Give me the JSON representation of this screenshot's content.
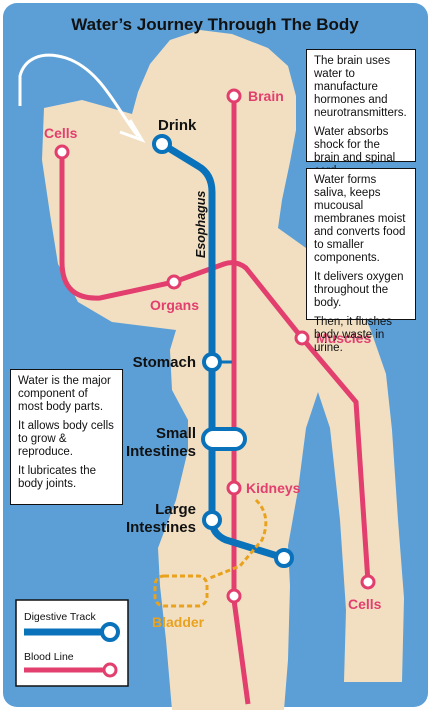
{
  "title": "Water’s Journey Through The Body",
  "stations": {
    "drink": "Drink",
    "esophagus": "Esophagus",
    "stomach": "Stomach",
    "small_intestines_1": "Small",
    "small_intestines_2": "Intestines",
    "large_intestines_1": "Large",
    "large_intestines_2": "Intestines",
    "brain": "Brain",
    "cells_left": "Cells",
    "organs": "Organs",
    "muscles": "Muscles",
    "kidneys": "Kidneys",
    "cells_right": "Cells",
    "bladder": "Bladder"
  },
  "boxes": {
    "brain": [
      "The brain uses water to manufacture hormones and neurotransmitters.",
      "Water absorbs shock for the brain and spinal cord."
    ],
    "saliva": [
      "Water forms saliva, keeps mucousal membranes moist and converts food to smaller components.",
      "It  delivers oxygen throughout the body.",
      "Then, it flushes body waste in urine."
    ],
    "body": [
      "Water is the major component of most body parts.",
      "It allows body cells to grow & reproduce.",
      "It lubricates the body joints."
    ]
  },
  "legend": {
    "digestive": "Digestive Track",
    "blood": "Blood Line"
  },
  "colors": {
    "background_water": "#5B9FD6",
    "body": "#F2DFC2",
    "digestive_line": "#0A72BA",
    "blood_line": "#E23E6E",
    "bladder": "#E9A21E"
  }
}
